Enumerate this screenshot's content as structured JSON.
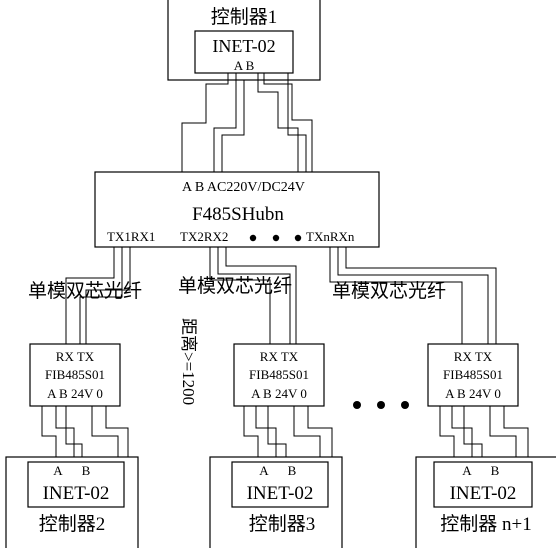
{
  "top_controller": {
    "title": "控制器1",
    "module": "INET-02",
    "pins": "A B"
  },
  "hub": {
    "top_labels": "A B  AC220V/DC24V",
    "name": "F485SHubn",
    "port1": "TX1RX1",
    "port2": "TX2RX2",
    "portn": "TXnRXn"
  },
  "fiber_label": "单模双芯光纤",
  "distance_label": "距离>=1200",
  "converter": {
    "rxtx": "RX  TX",
    "model": "FIB485S01",
    "pins": "A B 24V 0"
  },
  "bottom_module": {
    "name": "INET-02",
    "pins": [
      "A",
      "B"
    ]
  },
  "controllers": [
    "控制器2",
    "控制器3",
    "控制器 n+1"
  ]
}
